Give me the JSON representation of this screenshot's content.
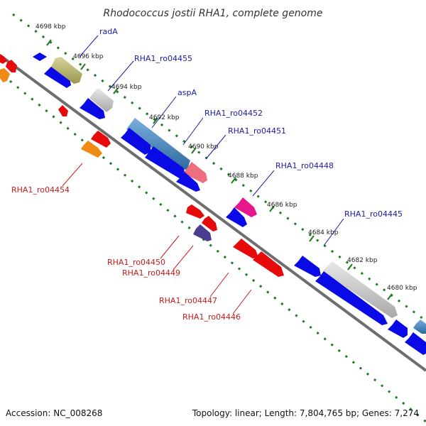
{
  "title": "Rhodococcus jostii RHA1, complete genome",
  "footer": {
    "accession": "Accession: NC_008268",
    "summary": "Topology: linear; Length: 7,804,765 bp; Genes: 7,274"
  },
  "colors": {
    "background": "#ffffff",
    "backbone": "#6e6e6e",
    "tick_dots": "#1e7a1e",
    "label_blue": "#1a1aa6",
    "label_red": "#c41a1a",
    "gene_blue": "#0a0ae6",
    "gene_red": "#e60a0a",
    "gene_orange": "#f08a14",
    "gene_olive": "#b8b46a",
    "gene_gray": "#c8c8c8",
    "gene_steelblue": "#4a86b8",
    "gene_pink": "#ee6e7e",
    "gene_magenta": "#e8168e",
    "gene_navy": "#4a3c8e"
  },
  "ticks": [
    "4698 kbp",
    "4696 kbp",
    "4694 kbp",
    "4692 kbp",
    "4690 kbp",
    "4688 kbp",
    "4686 kbp",
    "4684 kbp",
    "4682 kbp",
    "4680 kbp"
  ],
  "labels_forward": [
    "radA",
    "RHA1_ro04455",
    "aspA",
    "RHA1_ro04452",
    "RHA1_ro04451",
    "RHA1_ro04448",
    "RHA1_ro04445"
  ],
  "labels_reverse": [
    "RHA1_ro04454",
    "RHA1_ro04450",
    "RHA1_ro04449",
    "RHA1_ro04447",
    "RHA1_ro04446"
  ]
}
